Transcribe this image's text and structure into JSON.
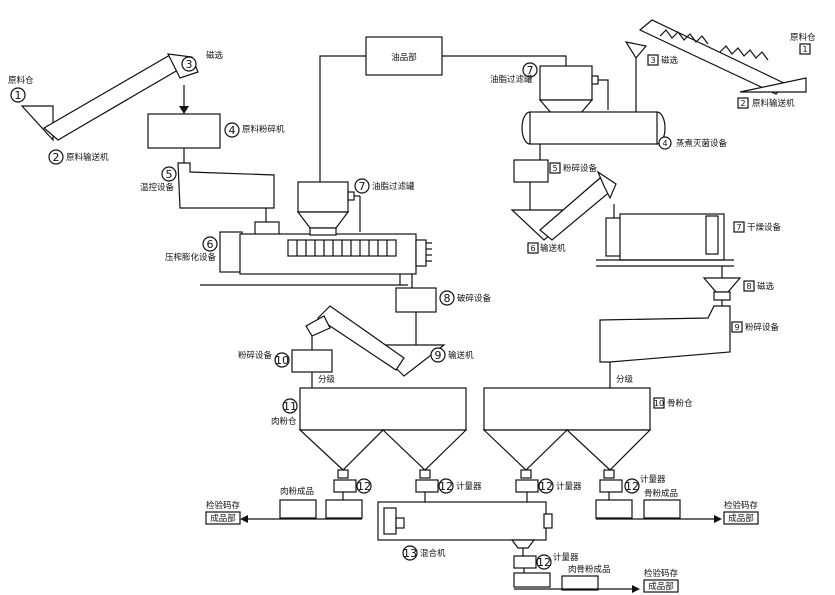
{
  "labels": {
    "raw_silo_left": "原料仓",
    "screen_left": "磁选",
    "crusher_left": "原料粉碎机",
    "raw_conveyor_left": "原料输送机",
    "temp_ctrl": "温控设备",
    "press_puff": "压榨膨化设备",
    "oil_filter_left": "油脂过滤罐",
    "oil_dept": "油品部",
    "oil_filter_right": "油脂过滤罐",
    "screen_right": "磁选",
    "raw_silo_right": "原料仓",
    "raw_conveyor_right": "原料输送机",
    "cook_sterilize": "蒸煮灭菌设备",
    "grinder_right": "粉碎设备",
    "conveyor_right": "输送机",
    "dryer": "干燥设备",
    "screen_right2": "磁选",
    "grinder_right2": "粉碎设备",
    "split_right": "分级",
    "bone_silo": "骨粉仓",
    "breaker": "破碎设备",
    "conveyor_mid": "输送机",
    "grinder_left": "粉碎设备",
    "split_left": "分级",
    "meat_silo": "肉粉仓",
    "meat_product": "肉粉成品",
    "meter_a": "计量器",
    "meter_b": "计量器",
    "meter_c": "计量器",
    "bone_product": "骨粉成品",
    "inspect_left": "检验码存",
    "finished_left": "成品部",
    "inspect_right": "检验码存",
    "finished_right": "成品部",
    "mixer": "混合机",
    "meter_d": "计量器",
    "meat_bone_product": "肉骨粉成品",
    "inspect_bottom": "检验码存",
    "finished_bottom": "成品部"
  },
  "numbers": {
    "n1": "1",
    "n2": "2",
    "n3": "3",
    "n4": "4",
    "n5": "5",
    "n6": "6",
    "n7": "7",
    "n8": "8",
    "n9": "9",
    "n10": "10",
    "n11": "11",
    "n12": "12",
    "n13": "13",
    "r1": "1",
    "r2": "2",
    "r3": "3",
    "r4": "4",
    "r5": "5",
    "r6": "6",
    "r7": "7",
    "r8": "8",
    "r9": "9",
    "r10": "10"
  },
  "colors": {
    "line": "#111111",
    "background": "#ffffff"
  }
}
